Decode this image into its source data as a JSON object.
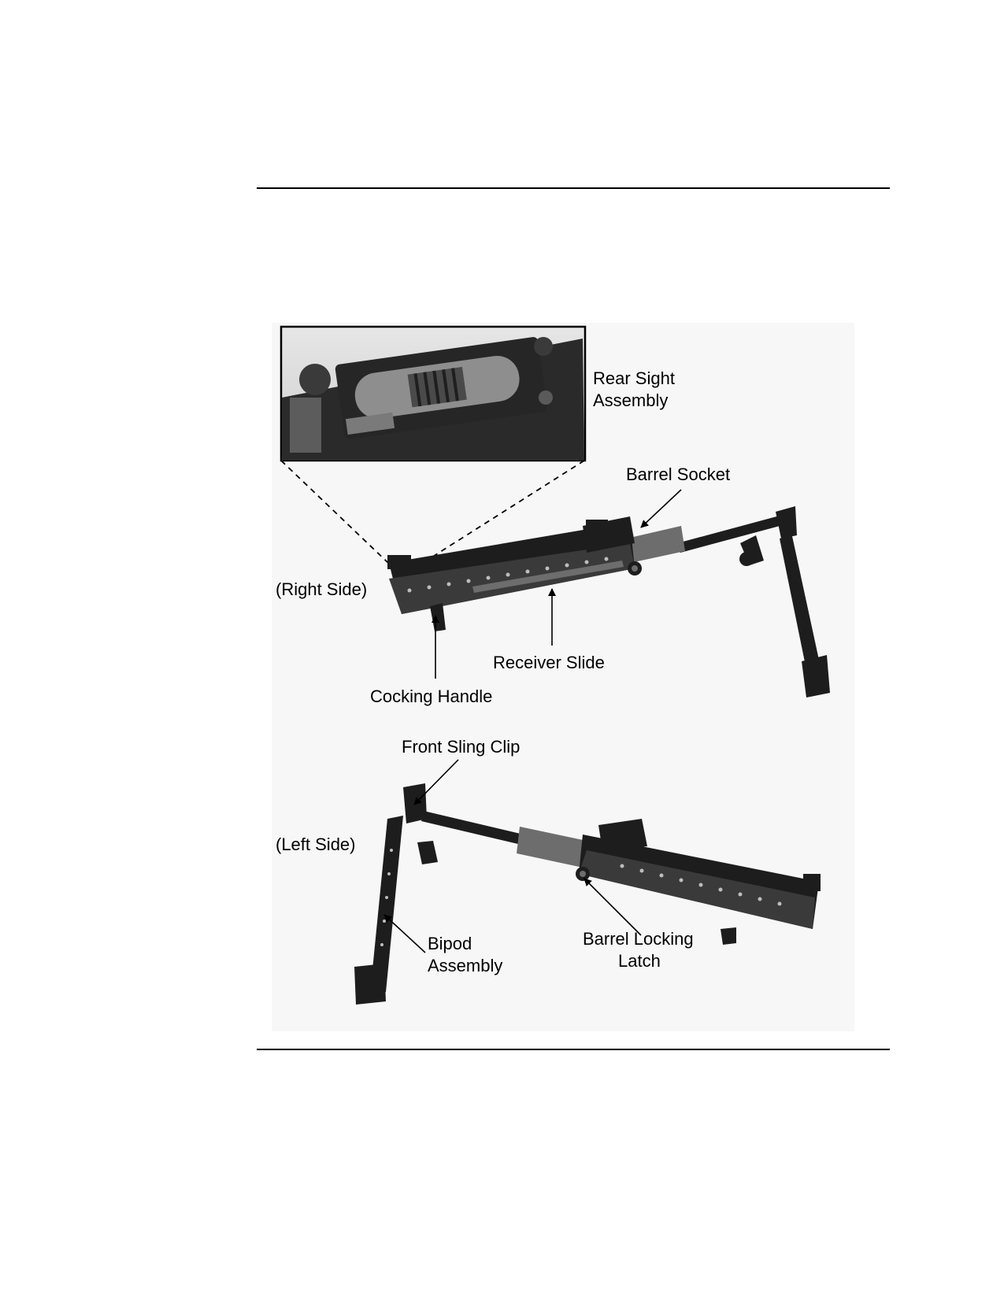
{
  "figure": {
    "views": {
      "right": "(Right Side)",
      "left": "(Left Side)"
    },
    "callouts": {
      "rear_sight_line1": "Rear Sight",
      "rear_sight_line2": "Assembly",
      "barrel_socket": "Barrel Socket",
      "receiver_slide": "Receiver Slide",
      "cocking_handle": "Cocking Handle",
      "front_sling_clip": "Front Sling Clip",
      "bipod_line1": "Bipod",
      "bipod_line2": "Assembly",
      "barrel_locking_line1": "Barrel Locking",
      "barrel_locking_line2": "Latch"
    }
  }
}
